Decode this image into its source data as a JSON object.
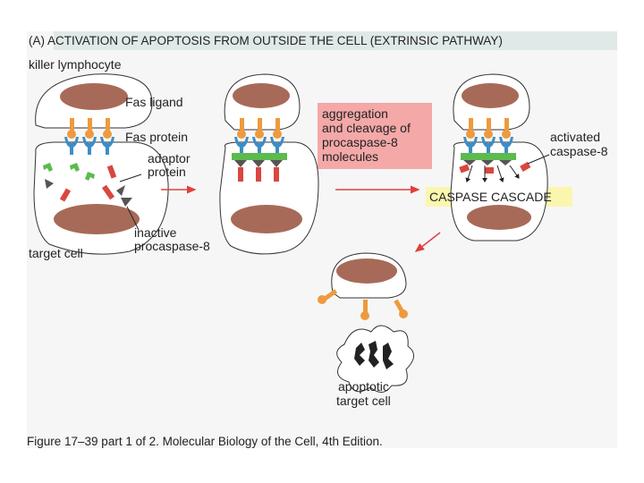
{
  "figure": {
    "title": "(A)  ACTIVATION OF APOPTOSIS FROM OUTSIDE THE CELL (EXTRINSIC PATHWAY)",
    "labels": {
      "killer_lymphocyte": "killer lymphocyte",
      "fas_ligand": "Fas ligand",
      "fas_protein": "Fas protein",
      "adaptor_protein_1": "adaptor",
      "adaptor_protein_2": "protein",
      "inactive_1": "inactive",
      "inactive_2": "procaspase-8",
      "target_cell": "target cell",
      "aggregation_1": "aggregation",
      "aggregation_2": "and cleavage of",
      "aggregation_3": "procaspase-8",
      "aggregation_4": "molecules",
      "activated_1": "activated",
      "activated_2": "caspase-8",
      "caspase_cascade": "CASPASE CASCADE",
      "apoptotic_1": "apoptotic",
      "apoptotic_2": "target cell"
    },
    "caption": "Figure 17–39 part 1 of 2. Molecular Biology of the Cell, 4th Edition.",
    "colors": {
      "nucleus": "#a86a58",
      "fas_ligand": "#ee9a3e",
      "fas_protein": "#3c8ec6",
      "adaptor": "#5cba4e",
      "procaspase": "#d9473f",
      "arrow": "#e0403a",
      "title_band": "#dfe9e7",
      "pink_box": "#f4a8a8",
      "yellow_box": "#fbf6ae"
    }
  }
}
